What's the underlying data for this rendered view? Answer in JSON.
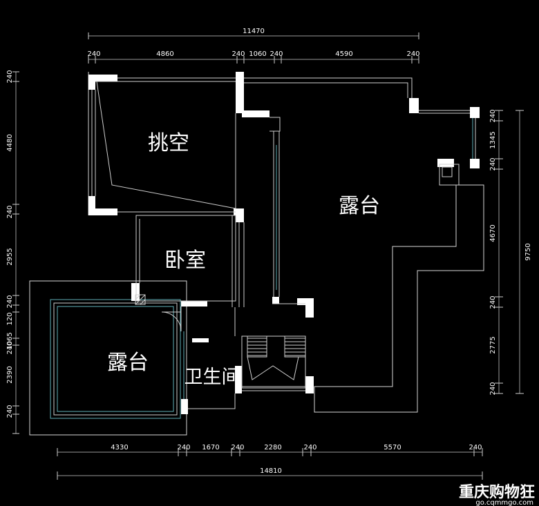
{
  "dimensions": {
    "top_total": "11470",
    "top_segments": [
      "240",
      "4860",
      "240",
      "1060",
      "240",
      "4590",
      "240"
    ],
    "left_segments": [
      "240",
      "4480",
      "240",
      "2955",
      "240",
      "120",
      "1065",
      "240",
      "2390",
      "240"
    ],
    "right_total": "9750",
    "right_segments": [
      "240",
      "1345",
      "240",
      "4670",
      "240",
      "2775",
      "240"
    ],
    "bottom_segments": [
      "4330",
      "240",
      "1670",
      "240",
      "2280",
      "240",
      "5570",
      "240"
    ],
    "bottom_total": "14810"
  },
  "rooms": {
    "void": "挑空",
    "bedroom": "卧室",
    "terrace_main": "露台",
    "terrace_small": "露台",
    "bathroom": "卫生间"
  },
  "watermark": {
    "title": "重庆购物狂",
    "url": "go.cqmmgo.com"
  },
  "colors": {
    "background": "#000000",
    "wall": "#ffffff",
    "line": "#d8d8d8",
    "window": "#5fb0b8"
  }
}
